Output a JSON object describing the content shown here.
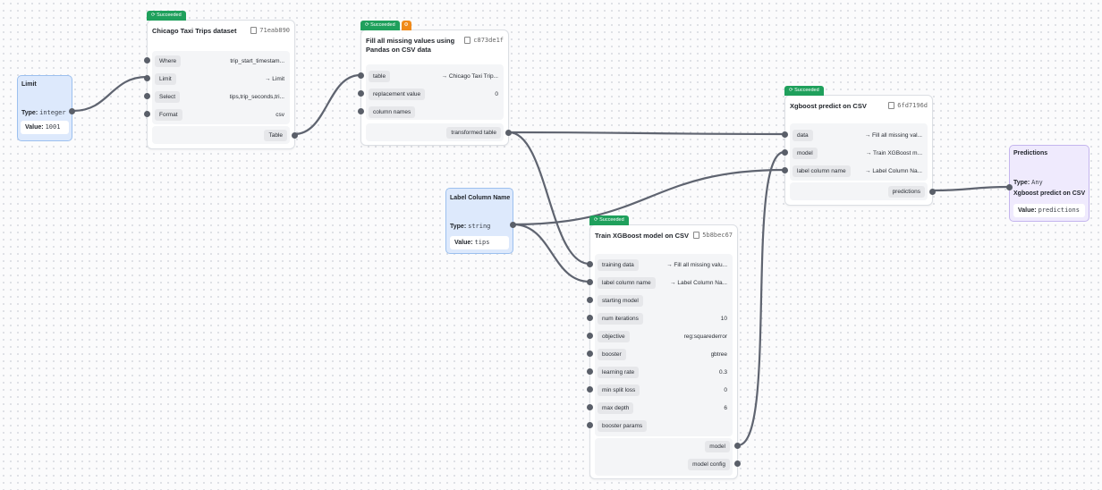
{
  "constants": {
    "limit": {
      "title": "Limit",
      "type_label": "Type:",
      "type_value": "integer",
      "value_label": "Value:",
      "value": "1001"
    },
    "label_column": {
      "title": "Label Column Name",
      "type_label": "Type:",
      "type_value": "string",
      "value_label": "Value:",
      "value": "tips"
    },
    "predictions": {
      "title": "Predictions",
      "type_label": "Type:",
      "type_value": "Any",
      "subtitle": "Xgboost predict on CSV",
      "value_label": "Value:",
      "value": "predictions"
    }
  },
  "nodes": {
    "chicago": {
      "status": "Succeeded",
      "title": "Chicago Taxi Trips dataset",
      "digest": "71eab890",
      "inputs": [
        {
          "name": "Where",
          "value": "trip_start_timestam..."
        },
        {
          "name": "Limit",
          "value": "→ Limit"
        },
        {
          "name": "Select",
          "value": "tips,trip_seconds,tri..."
        },
        {
          "name": "Format",
          "value": "csv"
        }
      ],
      "outputs": [
        {
          "name": "Table"
        }
      ]
    },
    "fill": {
      "status": "Succeeded",
      "title_line1": "Fill all missing values using",
      "title_line2": "Pandas on CSV data",
      "digest": "c873de1f",
      "inputs": [
        {
          "name": "table",
          "value": "→ Chicago Taxi Trip..."
        },
        {
          "name": "replacement value",
          "value": "0"
        },
        {
          "name": "column names",
          "value": ""
        }
      ],
      "outputs": [
        {
          "name": "transformed table"
        }
      ]
    },
    "predict": {
      "status": "Succeeded",
      "title": "Xgboost predict on CSV",
      "digest": "6fd7196d",
      "inputs": [
        {
          "name": "data",
          "value": "→ Fill all missing val..."
        },
        {
          "name": "model",
          "value": "→ Train XGBoost m..."
        },
        {
          "name": "label column name",
          "value": "→ Label Column Na..."
        }
      ],
      "outputs": [
        {
          "name": "predictions"
        }
      ]
    },
    "train": {
      "status": "Succeeded",
      "title": "Train XGBoost model on CSV",
      "digest": "5b8bec67",
      "inputs": [
        {
          "name": "training data",
          "value": "→ Fill all missing valu..."
        },
        {
          "name": "label column name",
          "value": "→ Label Column Na..."
        },
        {
          "name": "starting model",
          "value": ""
        },
        {
          "name": "num iterations",
          "value": "10"
        },
        {
          "name": "objective",
          "value": "reg:squarederror"
        },
        {
          "name": "booster",
          "value": "gbtree"
        },
        {
          "name": "learning rate",
          "value": "0.3"
        },
        {
          "name": "min split loss",
          "value": "0"
        },
        {
          "name": "max depth",
          "value": "6"
        },
        {
          "name": "booster params",
          "value": ""
        }
      ],
      "outputs": [
        {
          "name": "model"
        },
        {
          "name": "model config"
        }
      ]
    }
  },
  "colors": {
    "success": "#1fa05c",
    "warning": "#f08a1a",
    "wire": "#5f6470",
    "constant_bg": "#dde9fc",
    "output_bg": "#efeafd"
  }
}
